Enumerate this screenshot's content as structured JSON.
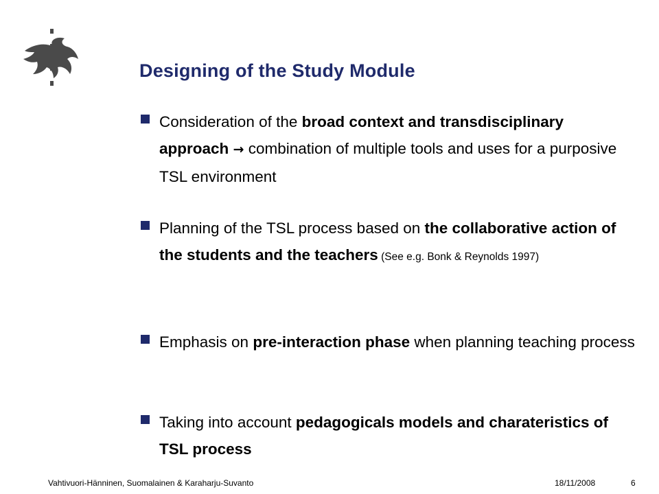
{
  "slide": {
    "title": "Designing of the Study Module",
    "bullets": [
      {
        "p1": "Consideration of the ",
        "b1": "broad context and transdisciplinary approach",
        "arrow": "→",
        "p2": " combination of multiple tools and uses for a purposive TSL environment"
      },
      {
        "p1": "Planning of the TSL process based on ",
        "b1": "the collaborative action of the students and the teachers",
        "small": " (See e.g. Bonk & Reynolds 1997)"
      },
      {
        "p1": "Emphasis on ",
        "b1": "pre-interaction phase",
        "p2": " when planning teaching process"
      },
      {
        "p1": "Taking into account ",
        "b1": "pedagogicals models and charateristics of TSL process"
      }
    ]
  },
  "footer": {
    "authors": "Vahtivuori-Hänninen,  Suomalainen & Karaharju-Suvanto",
    "date": "18/11/2008",
    "page": "6"
  },
  "colors": {
    "title": "#1f2a6b",
    "bullet": "#1f2a6b",
    "logo": "#4a4a4a"
  },
  "icons": {
    "logo": "university-of-helsinki-flame-logo",
    "bullet": "square-bullet"
  }
}
